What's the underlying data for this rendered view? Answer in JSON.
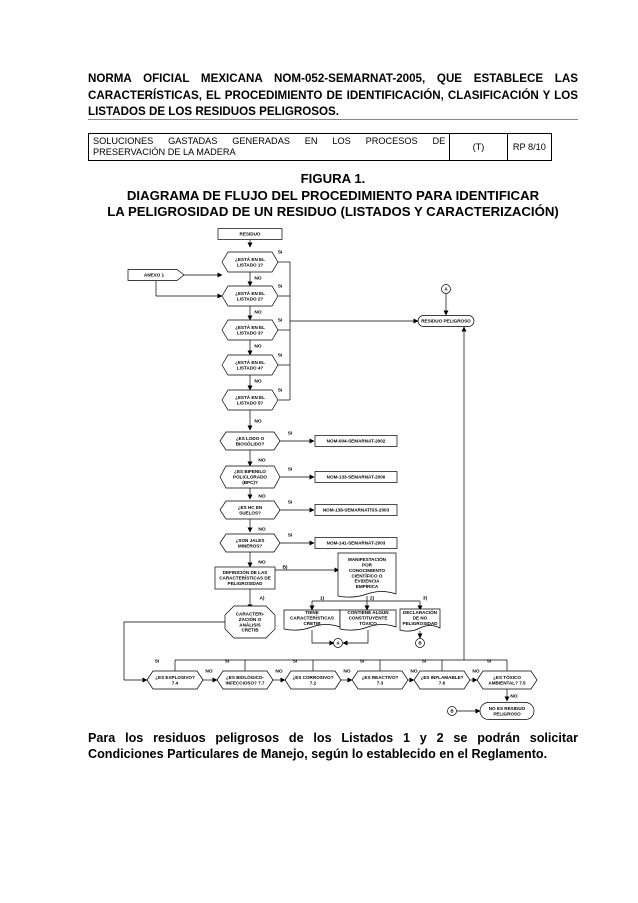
{
  "header": {
    "title_line1": "NORMA OFICIAL MEXICANA NOM-052-SEMARNAT-2005, QUE ESTABLECE LAS",
    "title_line2": "CARACTERÍSTICAS, EL PROCEDIMIENTO DE IDENTIFICACIÓN, CLASIFICACIÓN Y LOS",
    "title_line3": "LISTADOS DE LOS RESIDUOS PELIGROSOS."
  },
  "info_table": {
    "description": "SOLUCIONES GASTADAS GENERADAS EN LOS PROCESOS DE PRESERVACIÓN DE LA MADERA",
    "classification": "(T)",
    "code": "RP 8/10"
  },
  "figure": {
    "label": "FIGURA 1.",
    "title_line1": "DIAGRAMA DE FLUJO DEL PROCEDIMIENTO PARA IDENTIFICAR",
    "title_line2": "LA PELIGROSIDAD DE UN RESIDUO (LISTADOS Y CARACTERIZACIÓN)"
  },
  "flowchart": {
    "residuo": "RESIDUO",
    "anexo": "ANEXO 1",
    "listados": [
      [
        "¿ESTÁ EN EL",
        "LISTADO 1?"
      ],
      [
        "¿ESTÁ EN EL",
        "LISTADO 2?"
      ],
      [
        "¿ESTÁ EN EL",
        "LISTADO 3?"
      ],
      [
        "¿ESTÁ EN EL",
        "LISTADO 4?"
      ],
      [
        "¿ESTÁ EN EL",
        "LISTADO 5?"
      ]
    ],
    "residuo_peligroso": "RESIDUO PELIGROSO",
    "questions": [
      {
        "lines": [
          "¿ES LODO O",
          "BIOSÓLIDO?"
        ],
        "nom": "NOM-004-SEMARNAT-2002"
      },
      {
        "lines": [
          "¿ES BIFENILO",
          "POLICLORADO",
          "(BPC)?"
        ],
        "nom": "NOM-133-SEMARNAT-2000"
      },
      {
        "lines": [
          "¿ES HC EN",
          "SUELOS?"
        ],
        "nom": "NOM-138-SEMARNAT/SS-2003"
      },
      {
        "lines": [
          "¿SON JALES",
          "MINEROS?"
        ],
        "nom": "NOM-141-SEMARNAT-2003"
      }
    ],
    "definicion": [
      "DEFINICIÓN DE LAS",
      "CARACTERÍSTICAS DE",
      "PELIGROSIDAD"
    ],
    "manifestacion": [
      "MANIFESTACIÓN",
      "POR",
      "CONOCIMIENTO",
      "CIENTÍFICO O",
      "EVIDENCIA",
      "EMPÍRICA"
    ],
    "caracterizacion": [
      "CARACTERI-",
      "ZACIÓN O",
      "ANÁLISIS",
      "CRETIB"
    ],
    "tiene": [
      "TIENE",
      "CARACTERÍSTICAS",
      "CRETIB"
    ],
    "contiene": [
      "CONTIENE ALGÚN",
      "CONSTITUYENTE",
      "TÓXICO"
    ],
    "declaracion": [
      "DECLARACIÓN",
      "DE NO",
      "PELIGROSIDAD"
    ],
    "tests": [
      [
        "¿ES EXPLOSIVO?",
        "7.4"
      ],
      [
        "¿ES BIOLÓGICO-",
        "INFECCIOSO? 7.7"
      ],
      [
        "¿ES CORROSIVO?",
        "7.2"
      ],
      [
        "¿ES REACTIVO?",
        "7.3"
      ],
      [
        "¿ES INFLAMABLE?",
        "7.6"
      ],
      [
        "¿ES TÓXICO",
        "AMBIENTAL? 7.5"
      ]
    ],
    "no_es": [
      "NO ES RESIDUO",
      "PELIGROSO"
    ],
    "connector_a": "A",
    "connector_b": "B",
    "si": "SI",
    "no": "NO",
    "label_a": "A)",
    "label_b": "B)",
    "label_1": "1)",
    "label_2": "2)",
    "label_3": "3)"
  },
  "footer": {
    "note": "Para los residuos peligrosos de los Listados 1 y 2 se podrán solicitar Condiciones Particulares de Manejo, según lo establecido en el Reglamento."
  }
}
